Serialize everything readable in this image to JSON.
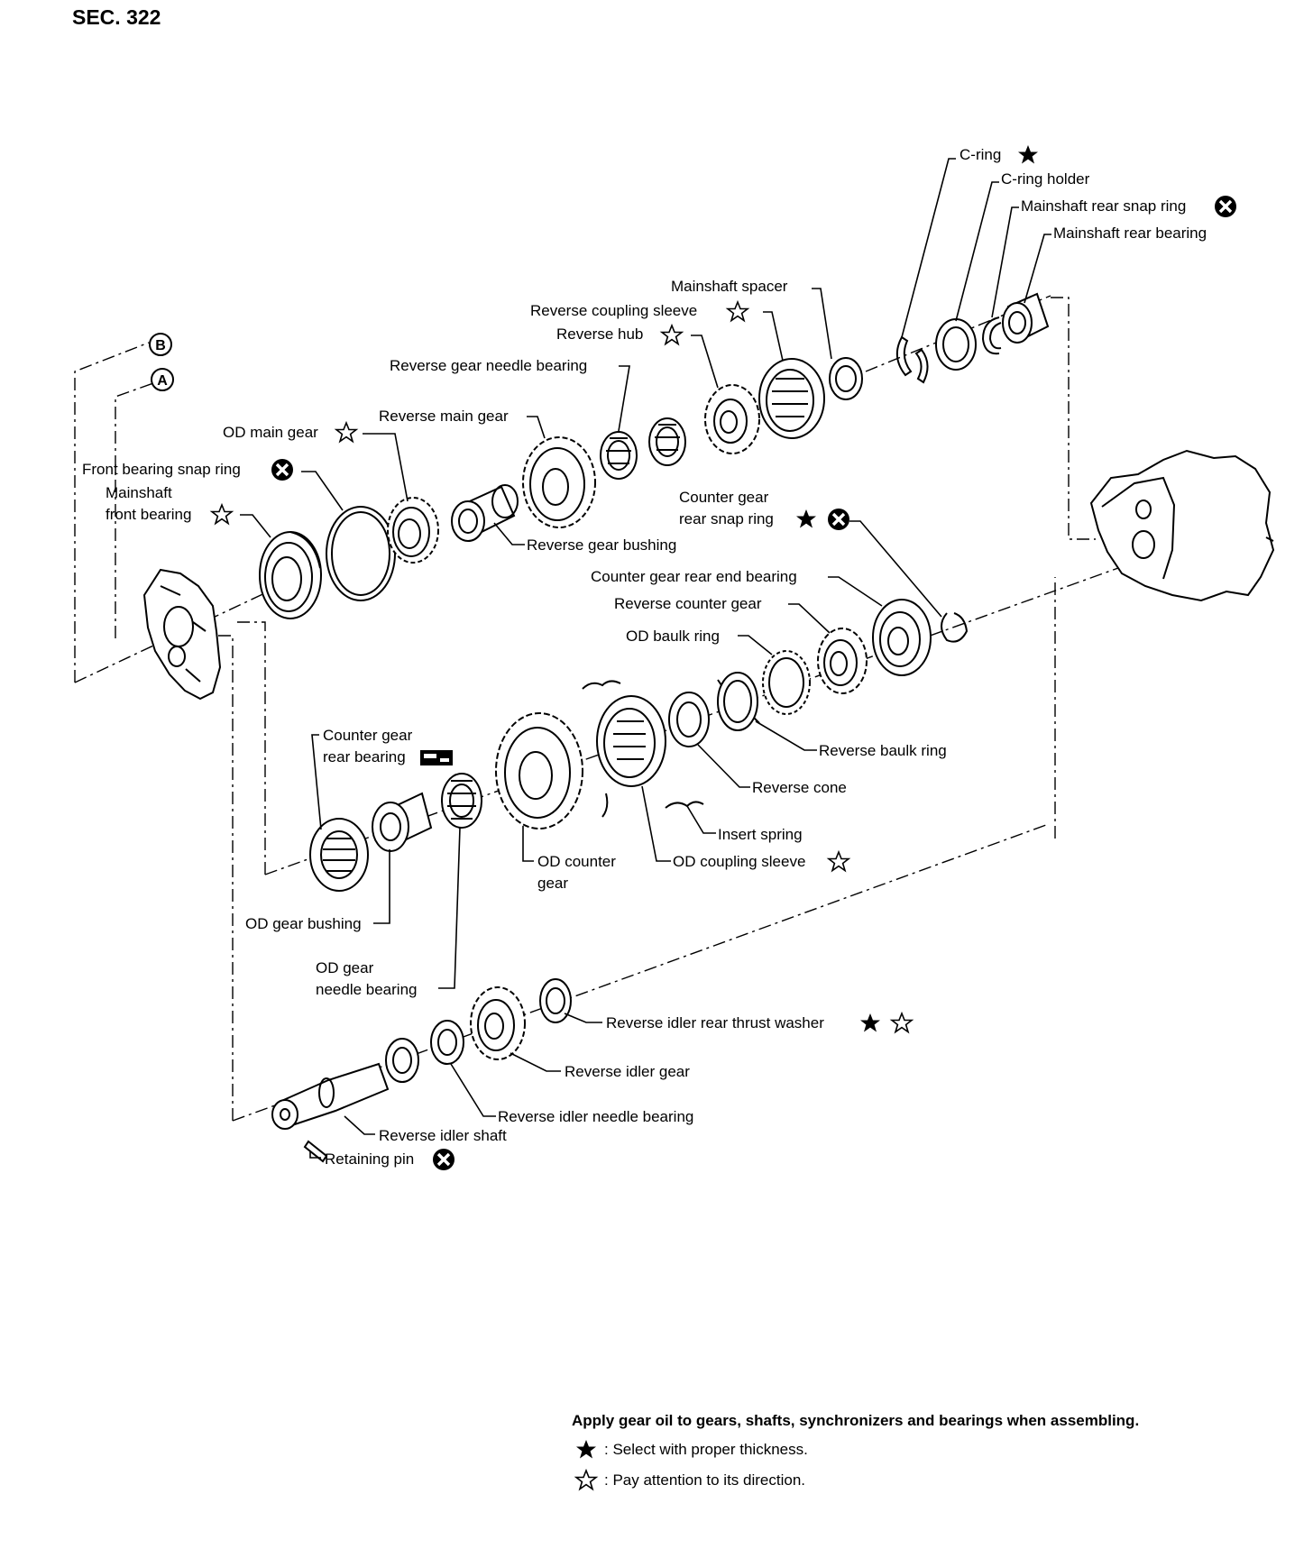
{
  "section": "SEC. 322",
  "circle_refs": {
    "b": "B",
    "a": "A"
  },
  "labels": {
    "c_ring": "C-ring",
    "c_ring_holder": "C-ring holder",
    "mainshaft_rear_snap_ring": "Mainshaft rear snap ring",
    "mainshaft_rear_bearing": "Mainshaft rear bearing",
    "mainshaft_spacer": "Mainshaft spacer",
    "reverse_coupling_sleeve": "Reverse coupling sleeve",
    "reverse_hub": "Reverse hub",
    "reverse_gear_needle_bearing": "Reverse gear needle bearing",
    "reverse_main_gear": "Reverse main gear",
    "od_main_gear": "OD main gear",
    "front_bearing_snap_ring": "Front bearing snap ring",
    "mainshaft": "Mainshaft",
    "front_bearing": "front bearing",
    "reverse_gear_bushing": "Reverse gear bushing",
    "counter_gear_rear_snap_ring_1": "Counter gear",
    "counter_gear_rear_snap_ring_2": "rear snap ring",
    "counter_gear_rear_end_bearing": "Counter gear rear end bearing",
    "reverse_counter_gear": "Reverse counter gear",
    "od_baulk_ring": "OD baulk ring",
    "reverse_baulk_ring": "Reverse baulk ring",
    "reverse_cone": "Reverse cone",
    "insert_spring": "Insert spring",
    "od_coupling_sleeve": "OD coupling sleeve",
    "od_counter_gear_1": "OD counter",
    "od_counter_gear_2": "gear",
    "counter_gear_rear_bearing_1": "Counter gear",
    "counter_gear_rear_bearing_2": "rear bearing",
    "od_gear_bushing": "OD gear bushing",
    "od_gear_needle_bearing_1": "OD gear",
    "od_gear_needle_bearing_2": "needle bearing",
    "reverse_idler_rear_thrust_washer": "Reverse idler rear thrust washer",
    "reverse_idler_gear": "Reverse idler gear",
    "reverse_idler_needle_bearing": "Reverse idler needle bearing",
    "reverse_idler_shaft": "Reverse idler shaft",
    "retaining_pin": "Retaining pin"
  },
  "notes": {
    "main": "Apply gear oil to gears, shafts, synchronizers and bearings when assembling.",
    "filled_star": ": Select with proper thickness.",
    "open_star": ": Pay attention to its direction."
  },
  "icons": {
    "filled_star": "filled-star-icon",
    "open_star": "open-star-icon",
    "replace": "x-circle-icon",
    "tool": "special-tool-icon"
  },
  "colors": {
    "ink": "#000000",
    "paper": "#ffffff"
  }
}
